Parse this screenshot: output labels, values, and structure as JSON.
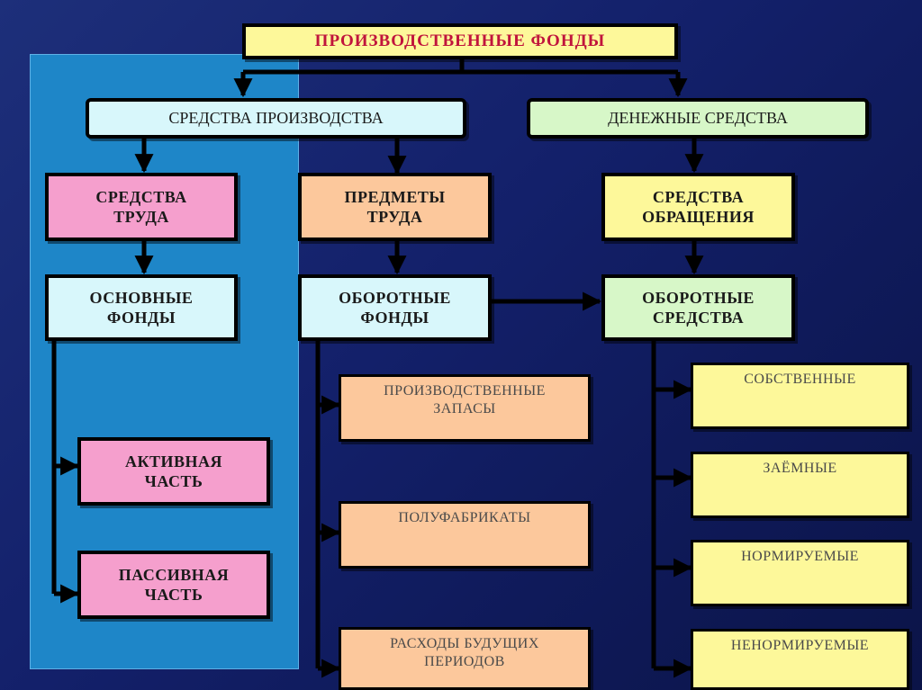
{
  "colors": {
    "yellow": "#fdf89a",
    "light_cyan": "#d8f7fb",
    "light_green": "#d7f7c8",
    "pink": "#f59fcd",
    "peach": "#fcc89c",
    "pale_yellow": "#fdf89a",
    "panel_blue": "#1e86c8",
    "title_red": "#c0143c"
  },
  "nodes": {
    "root": "ПРОИЗВОДСТВЕННЫЕ ФОНДЫ",
    "means_of_production": "СРЕДСТВА ПРОИЗВОДСТВА",
    "monetary_funds": "ДЕНЕЖНЫЕ СРЕДСТВА",
    "means_of_labour": "СРЕДСТВА\nТРУДА",
    "objects_of_labour": "ПРЕДМЕТЫ\nТРУДА",
    "circulation_funds": "СРЕДСТВА\nОБРАЩЕНИЯ",
    "fixed_funds": "ОСНОВНЫЕ\nФОНДЫ",
    "working_funds": "ОБОРОТНЫЕ\nФОНДЫ",
    "working_capital": "ОБОРОТНЫЕ\nСРЕДСТВА",
    "active_part": "АКТИВНАЯ\nЧАСТЬ",
    "passive_part": "ПАССИВНАЯ\nЧАСТЬ",
    "production_stocks": "ПРОИЗВОДСТВЕННЫЕ\nЗАПАСЫ",
    "semi_finished": "ПОЛУФАБРИКАТЫ",
    "deferred_expenses": "РАСХОДЫ БУДУЩИХ\nПЕРИОДОВ",
    "own": "СОБСТВЕННЫЕ",
    "borrowed": "ЗАЁМНЫЕ",
    "normalized": "НОРМИРУЕМЫЕ",
    "non_normalized": "НЕНОРМИРУЕМЫЕ"
  }
}
